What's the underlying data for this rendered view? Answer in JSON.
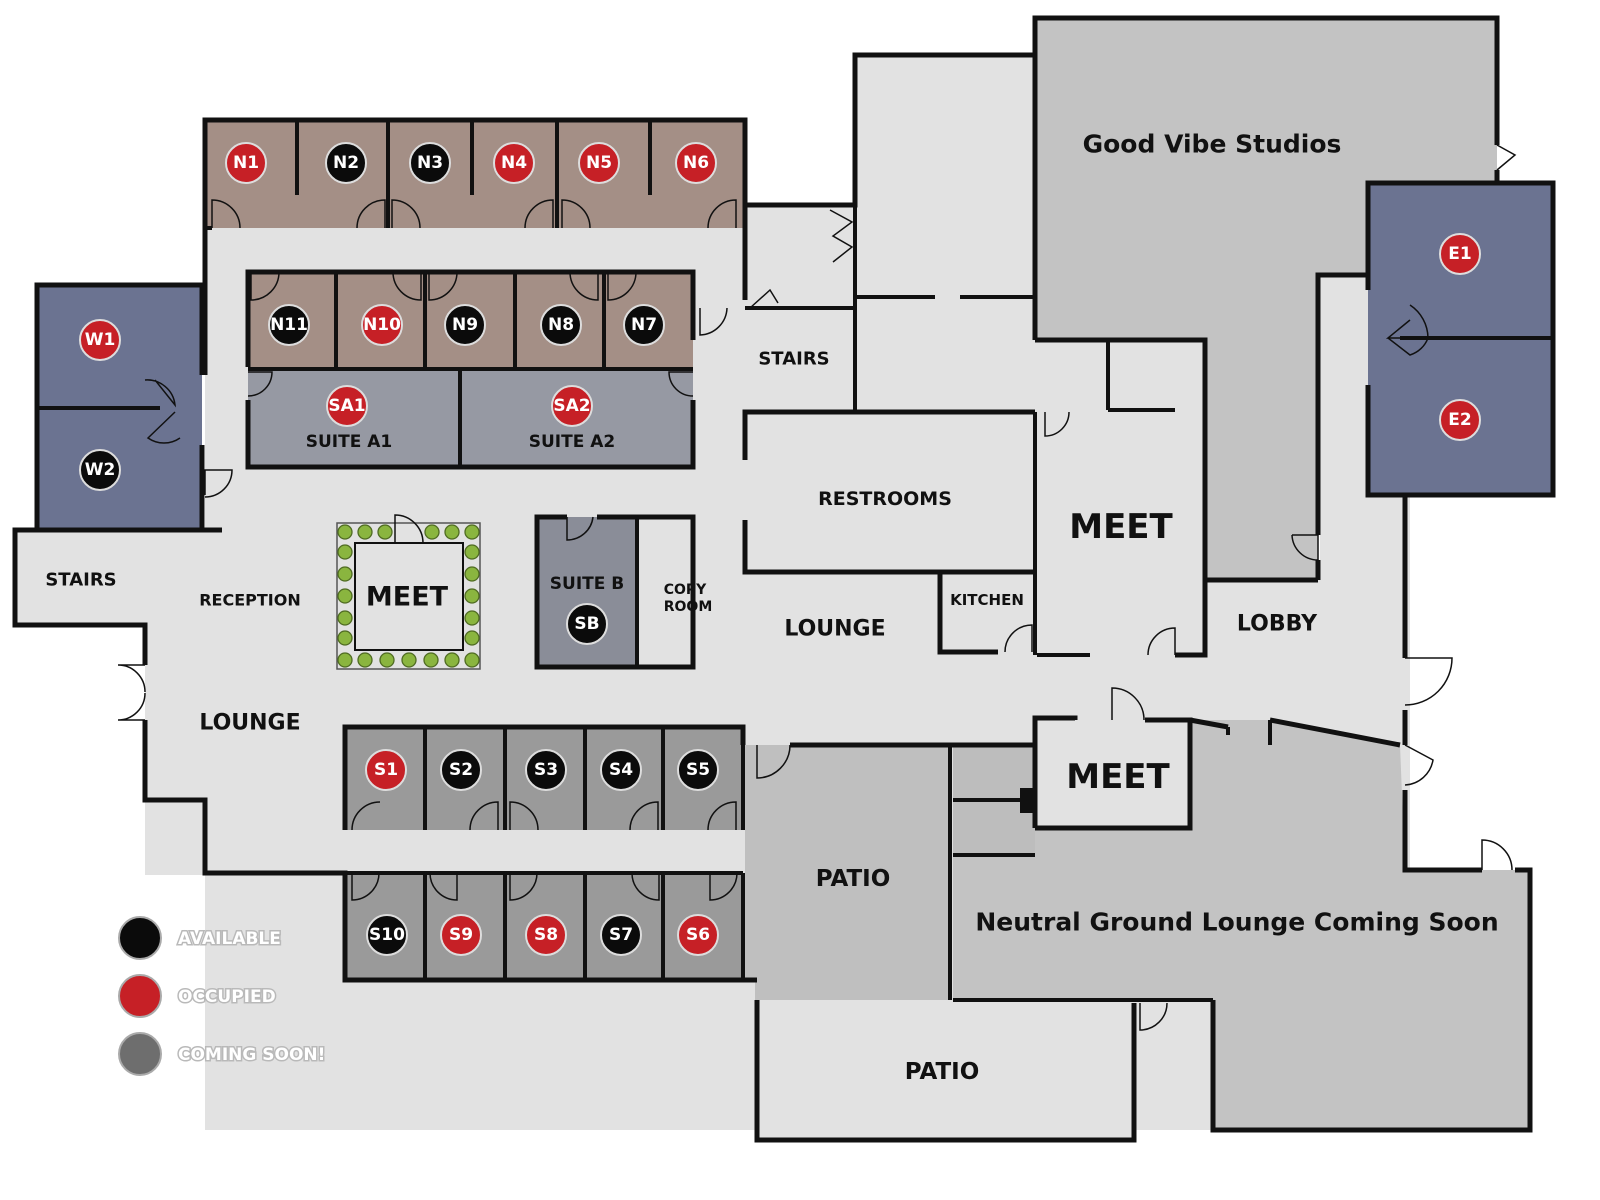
{
  "title_studio": "Good Vibe Studios",
  "colors": {
    "available": "#0b0b0b",
    "occupied": "#c62026",
    "coming_soon": "#6e6e6e",
    "floor": "#e2e2e2",
    "office_brown": "#a48f86",
    "suite_blue": "#6b7391",
    "suite_gray": "#9699a3",
    "studio_gray": "#c3c3c3",
    "patio_gray": "#bfbfbf",
    "dark_office": "#999999"
  },
  "legend": [
    {
      "label": "AVAILABLE",
      "status": "available"
    },
    {
      "label": "OCCUPIED",
      "status": "occupied"
    },
    {
      "label": "COMING SOON!",
      "status": "coming_soon"
    }
  ],
  "rooms": {
    "stairs_west": "STAIRS",
    "stairs_north": "STAIRS",
    "reception": "RECEPTION",
    "lounge_west": "LOUNGE",
    "lounge_center": "LOUNGE",
    "meet_center": "MEET",
    "meet_east_upper": "MEET",
    "meet_east_lower": "MEET",
    "suite_a1": "SUITE A1",
    "suite_a2": "SUITE A2",
    "suite_b": "SUITE B",
    "copy_room_line1": "COPY",
    "copy_room_line2": "ROOM",
    "restrooms": "RESTROOMS",
    "kitchen": "KITCHEN",
    "lobby": "LOBBY",
    "patio_upper": "PATIO",
    "patio_lower": "PATIO",
    "neutral_ground": "Neutral Ground Lounge Coming Soon"
  },
  "offices": [
    {
      "id": "N1",
      "status": "occupied"
    },
    {
      "id": "N2",
      "status": "available"
    },
    {
      "id": "N3",
      "status": "available"
    },
    {
      "id": "N4",
      "status": "occupied"
    },
    {
      "id": "N5",
      "status": "occupied"
    },
    {
      "id": "N6",
      "status": "occupied"
    },
    {
      "id": "N11",
      "status": "available"
    },
    {
      "id": "N10",
      "status": "occupied"
    },
    {
      "id": "N9",
      "status": "available"
    },
    {
      "id": "N8",
      "status": "available"
    },
    {
      "id": "N7",
      "status": "available"
    },
    {
      "id": "SA1",
      "status": "occupied"
    },
    {
      "id": "SA2",
      "status": "occupied"
    },
    {
      "id": "SB",
      "status": "available"
    },
    {
      "id": "W1",
      "status": "occupied"
    },
    {
      "id": "W2",
      "status": "available"
    },
    {
      "id": "E1",
      "status": "occupied"
    },
    {
      "id": "E2",
      "status": "occupied"
    },
    {
      "id": "S1",
      "status": "occupied"
    },
    {
      "id": "S2",
      "status": "available"
    },
    {
      "id": "S3",
      "status": "available"
    },
    {
      "id": "S4",
      "status": "available"
    },
    {
      "id": "S5",
      "status": "available"
    },
    {
      "id": "S10",
      "status": "available"
    },
    {
      "id": "S9",
      "status": "occupied"
    },
    {
      "id": "S8",
      "status": "occupied"
    },
    {
      "id": "S7",
      "status": "available"
    },
    {
      "id": "S6",
      "status": "occupied"
    }
  ]
}
